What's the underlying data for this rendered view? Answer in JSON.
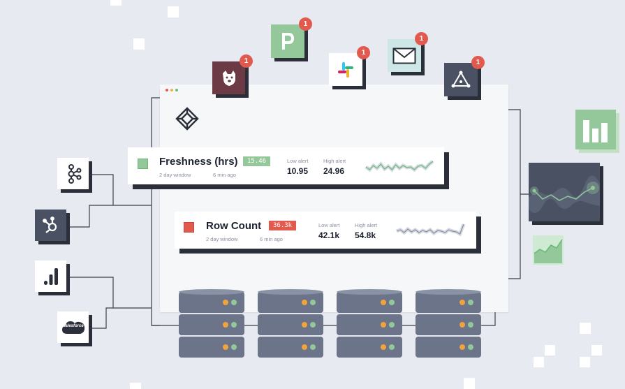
{
  "colors": {
    "background": "#e7eaf0",
    "panel": "#f6f7f9",
    "dark": "#2a2f3a",
    "green_badge": "#94c89a",
    "red_badge": "#e2594e",
    "notification": "#e2594e",
    "db_body": "#6b7488"
  },
  "window": {
    "dot_colors": [
      "#e2594e",
      "#f0b43c",
      "#65c07a"
    ],
    "logo_icon": "monte-carlo-logo-icon"
  },
  "cards": [
    {
      "title": "Freshness (hrs)",
      "status_color": "#94c89a",
      "badge": "15.46",
      "window_text": "2 day window",
      "time_text": "6 min ago",
      "low_label": "Low alert",
      "low_value": "10.95",
      "high_label": "High alert",
      "high_value": "24.96",
      "sparkline_color": "#6bb774",
      "sparkline": [
        0.5,
        0.3,
        0.6,
        0.4,
        0.7,
        0.35,
        0.55,
        0.3,
        0.65,
        0.4,
        0.6,
        0.45,
        0.5,
        0.3,
        0.55,
        0.6,
        0.4,
        0.7,
        0.9
      ]
    },
    {
      "title": "Row Count",
      "status_color": "#e2594e",
      "badge": "36.3k",
      "window_text": "2 day window",
      "time_text": "6 min ago",
      "low_label": "Low alert",
      "low_value": "42.1k",
      "high_label": "High alert",
      "high_value": "54.8k",
      "sparkline_color": "#8a90a0",
      "sparkline": [
        0.5,
        0.6,
        0.4,
        0.65,
        0.45,
        0.6,
        0.4,
        0.55,
        0.45,
        0.6,
        0.35,
        0.55,
        0.5,
        0.4,
        0.6,
        0.5,
        0.45,
        0.3,
        1.0
      ]
    }
  ],
  "notifications": [
    {
      "name": "datadog",
      "icon": "datadog-dog-icon",
      "count": "1",
      "bg": "#6b3a44"
    },
    {
      "name": "pagerduty",
      "icon": "pagerduty-p-icon",
      "count": "1",
      "bg": "#94c89a"
    },
    {
      "name": "slack",
      "icon": "slack-hash-icon",
      "count": "1",
      "bg": "#ffffff"
    },
    {
      "name": "email",
      "icon": "envelope-icon",
      "count": "1",
      "bg": "#cde7e6"
    },
    {
      "name": "opsgenie",
      "icon": "triangle-nodes-icon",
      "count": "1",
      "bg": "#4a5163"
    }
  ],
  "sources": [
    {
      "name": "kafka",
      "icon": "kafka-nodes-icon",
      "bg": "#ffffff"
    },
    {
      "name": "hubspot",
      "icon": "hubspot-sprocket-icon",
      "bg": "#4a5163"
    },
    {
      "name": "google-analytics",
      "icon": "bar-chart-icon",
      "bg": "#ffffff"
    },
    {
      "name": "salesforce",
      "icon": "salesforce-cloud-icon",
      "bg": "#ffffff",
      "label": "salesforce"
    }
  ],
  "outputs": [
    {
      "name": "bar-chart-tile",
      "icon": "bar-chart-icon",
      "bg": "#94c89a"
    },
    {
      "name": "line-chart-tile",
      "icon": "line-chart-icon",
      "bg": "#4a5163"
    },
    {
      "name": "area-chart-tile",
      "icon": "area-chart-icon",
      "bg": "#cfead2"
    }
  ],
  "databases": [
    {
      "name": "database-1",
      "icon": "database-icon"
    },
    {
      "name": "database-2",
      "icon": "database-icon"
    },
    {
      "name": "database-3",
      "icon": "database-icon"
    },
    {
      "name": "database-4",
      "icon": "database-icon"
    }
  ]
}
